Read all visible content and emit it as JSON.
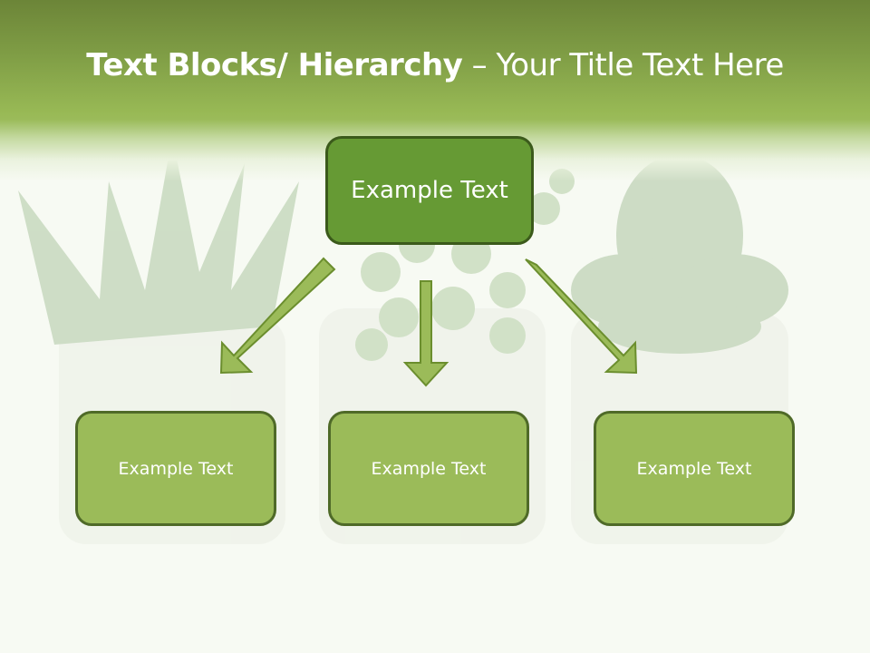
{
  "slide": {
    "title_bold": "Text Blocks/ Hierarchy",
    "title_separator": " – ",
    "title_light": "Your Title Text Here"
  },
  "hierarchy": {
    "root": {
      "label": "Example Text"
    },
    "children": [
      {
        "label": "Example Text"
      },
      {
        "label": "Example Text"
      },
      {
        "label": "Example Text"
      }
    ]
  },
  "colors": {
    "header_top": "#6c8538",
    "header_bottom": "#9bbb5a",
    "root_fill": "#669a34",
    "root_border": "#3b5a1b",
    "child_fill": "#9bbb59",
    "child_border": "#4f6a28",
    "arrow_fill": "#9bbb59",
    "arrow_stroke": "#6b8e2e"
  },
  "background": {
    "image": "faded-succulent-plants-in-white-pots-icon"
  }
}
